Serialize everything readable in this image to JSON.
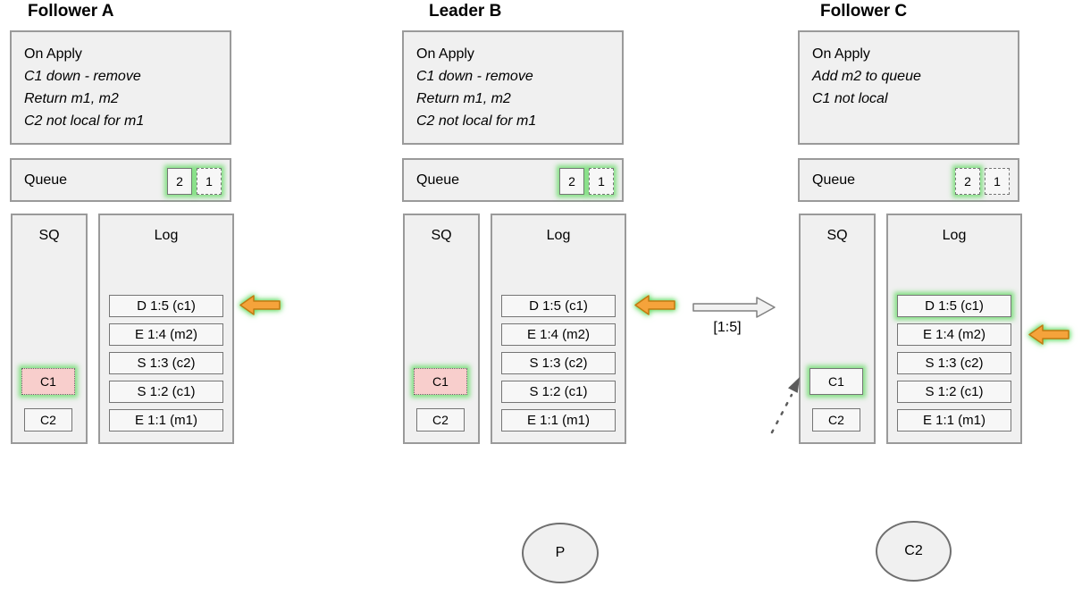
{
  "colors": {
    "canvas-bg": "#ffffff",
    "box-fill": "#f0f0f0",
    "box-border": "#9a9a9a",
    "entry-border": "#757575",
    "entry-fill": "#f7f7f7",
    "glow-green": "#54d854b3",
    "pink-fill": "#f8cecc",
    "orange-fill": "#f5a33b",
    "orange-stroke": "#c17a11",
    "plain-arrow-fill": "#f2f2f2",
    "plain-arrow-stroke": "#808080",
    "dotted-arrow-color": "#5c5c5c",
    "text-color": "#000000"
  },
  "nodes": [
    {
      "id": "follower-a",
      "title": "Follower A",
      "on_apply": {
        "lines": [
          "On Apply",
          "C1 down - remove",
          "Return m1, m2",
          "C2 not local for m1"
        ]
      },
      "queue": {
        "label": "Queue",
        "items": [
          {
            "value": "2",
            "border": "solid",
            "highlighted": true
          },
          {
            "value": "1",
            "border": "dashed",
            "highlighted": true
          }
        ]
      },
      "sq": {
        "label": "SQ",
        "items": [
          {
            "value": "C1",
            "border": "dotted",
            "fill": "pink",
            "highlighted": true
          },
          {
            "value": "C2",
            "border": "solid",
            "highlighted": false
          }
        ]
      },
      "log": {
        "label": "Log",
        "entries": [
          {
            "text": "D 1:5 (c1)",
            "highlighted": false
          },
          {
            "text": "E 1:4 (m2)",
            "highlighted": false
          },
          {
            "text": "S 1:3 (c2)",
            "highlighted": false
          },
          {
            "text": "S 1:2 (c1)",
            "highlighted": false
          },
          {
            "text": "E 1:1 (m1)",
            "highlighted": false
          }
        ],
        "apply_pointer_at": "D 1:5 (c1)"
      }
    },
    {
      "id": "leader-b",
      "title": "Leader B",
      "on_apply": {
        "lines": [
          "On Apply",
          "C1 down - remove",
          "Return m1, m2",
          "C2 not local for m1"
        ]
      },
      "queue": {
        "label": "Queue",
        "items": [
          {
            "value": "2",
            "border": "solid",
            "highlighted": true
          },
          {
            "value": "1",
            "border": "dashed",
            "highlighted": true
          }
        ]
      },
      "sq": {
        "label": "SQ",
        "items": [
          {
            "value": "C1",
            "border": "dotted",
            "fill": "pink",
            "highlighted": true
          },
          {
            "value": "C2",
            "border": "solid",
            "highlighted": false
          }
        ]
      },
      "log": {
        "label": "Log",
        "entries": [
          {
            "text": "D 1:5 (c1)",
            "highlighted": false
          },
          {
            "text": "E 1:4 (m2)",
            "highlighted": false
          },
          {
            "text": "S 1:3 (c2)",
            "highlighted": false
          },
          {
            "text": "S 1:2 (c1)",
            "highlighted": false
          },
          {
            "text": "E 1:1 (m1)",
            "highlighted": false
          }
        ],
        "apply_pointer_at": "D 1:5 (c1)"
      }
    },
    {
      "id": "follower-c",
      "title": "Follower C",
      "on_apply": {
        "lines": [
          "On Apply",
          "Add m2 to queue",
          "C1 not local"
        ]
      },
      "queue": {
        "label": "Queue",
        "items": [
          {
            "value": "2",
            "border": "dashed",
            "highlighted": true
          },
          {
            "value": "1",
            "border": "dashed",
            "highlighted": false
          }
        ]
      },
      "sq": {
        "label": "SQ",
        "items": [
          {
            "value": "C1",
            "border": "solid",
            "highlighted": true
          },
          {
            "value": "C2",
            "border": "solid",
            "highlighted": false
          }
        ]
      },
      "log": {
        "label": "Log",
        "entries": [
          {
            "text": "D 1:5 (c1)",
            "highlighted": true
          },
          {
            "text": "E 1:4 (m2)",
            "highlighted": false
          },
          {
            "text": "S 1:3 (c2)",
            "highlighted": false
          },
          {
            "text": "S 1:2 (c1)",
            "highlighted": false
          },
          {
            "text": "E 1:1 (m1)",
            "highlighted": false
          }
        ],
        "apply_pointer_at": "E 1:4 (m2)"
      }
    }
  ],
  "connections": {
    "replication_label": "[1:5]"
  },
  "processes": [
    {
      "label": "P"
    },
    {
      "label": "C2"
    }
  ]
}
